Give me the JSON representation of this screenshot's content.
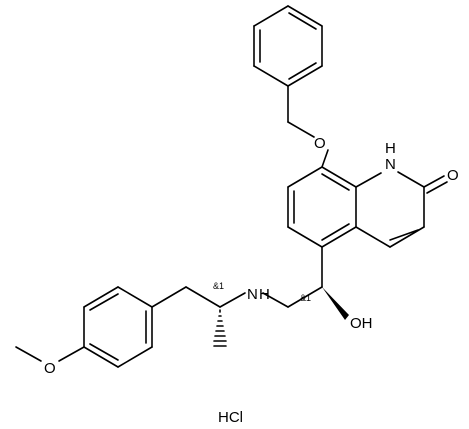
{
  "molecule": {
    "atoms": {
      "oxygen_ether_benzyl": "O",
      "amide_nh": "H",
      "amide_n": "N",
      "carbonyl_o": "O",
      "amine_n": "N",
      "amine_h": "H",
      "hydroxyl": "OH",
      "methoxy_o": "O"
    },
    "stereo_labels": {
      "amine_center": "&1",
      "carbinol_center": "&1"
    },
    "salt": "HCl"
  }
}
